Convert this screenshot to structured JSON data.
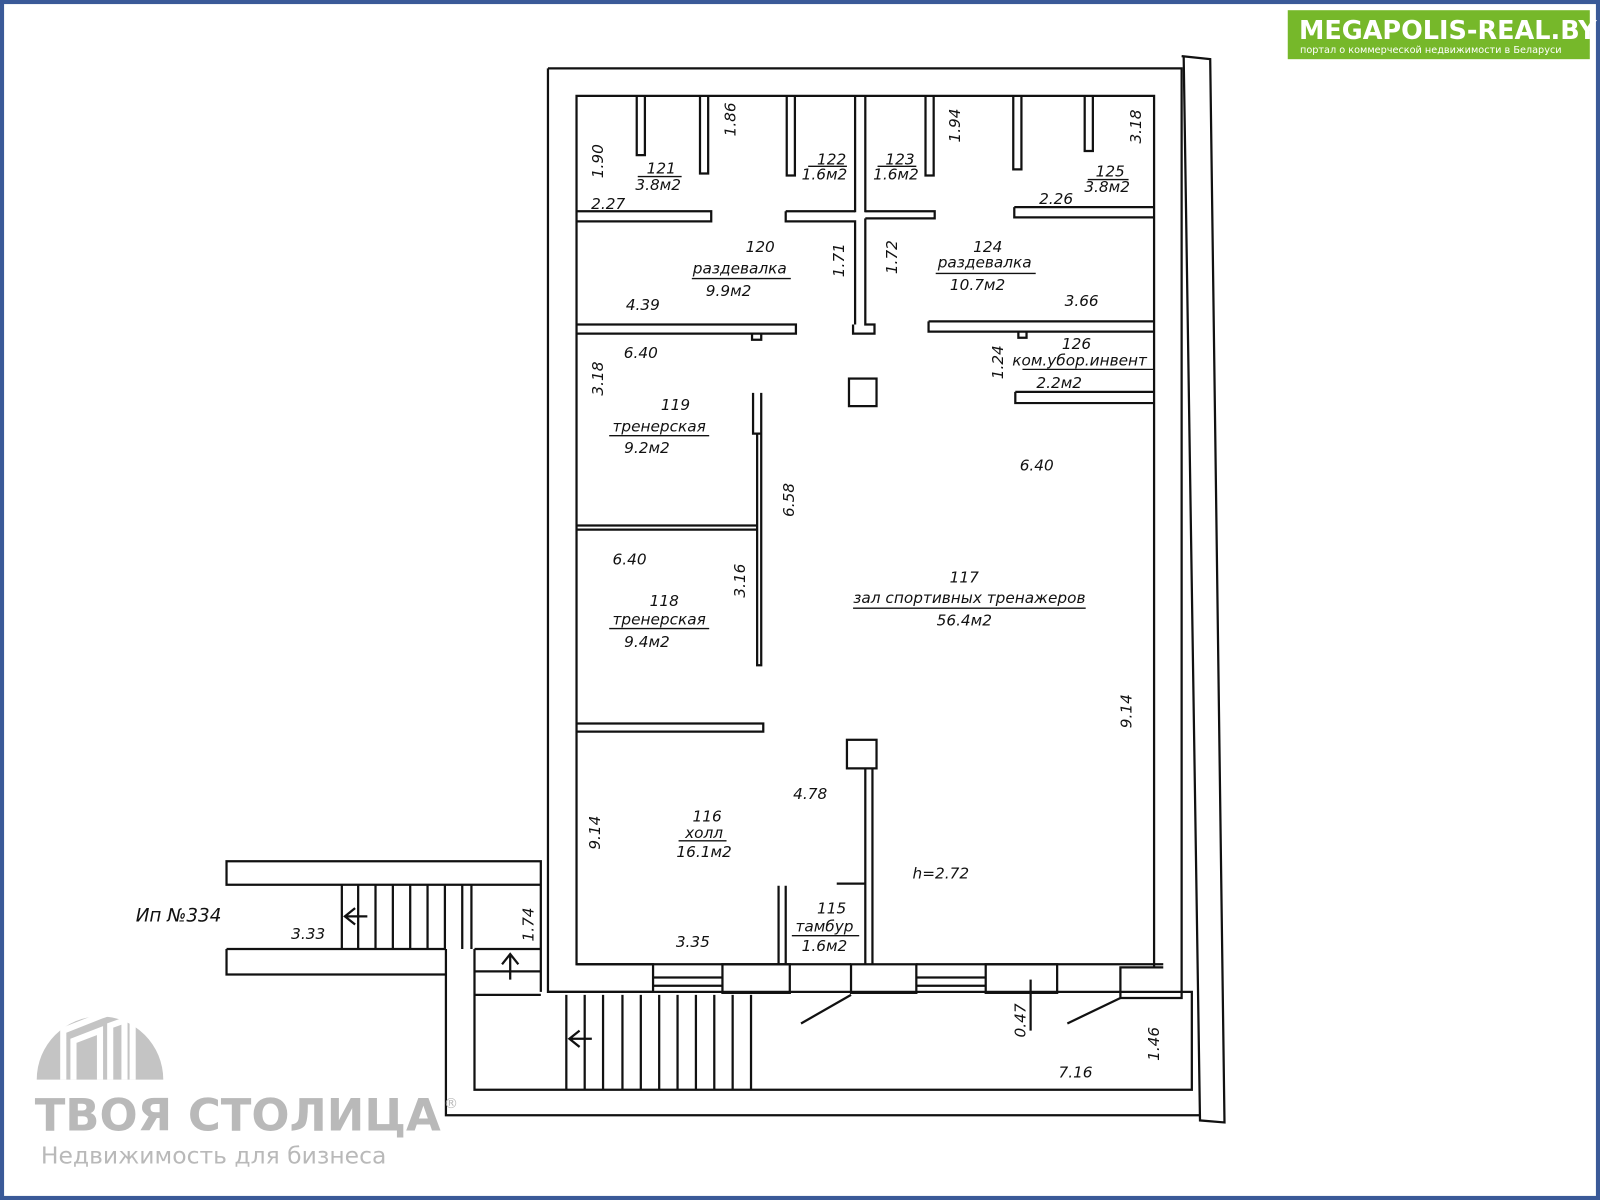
{
  "brand": {
    "megapolis": {
      "title": "MEGAPOLIS-REAL.BY",
      "subtitle": "портал о коммерческой недвижимости в Беларуси",
      "color": "#76b82a"
    },
    "stolica": {
      "title": "ТВОЯ СТОЛИЦА",
      "registered": "®",
      "subtitle": "Недвижимость для бизнеса",
      "color": "#b9b9b9"
    }
  },
  "frame_color": "#3a5a98",
  "rooms": [
    {
      "number": "121",
      "area": "3.8м2"
    },
    {
      "number": "122",
      "area": "1.6м2"
    },
    {
      "number": "123",
      "area": "1.6м2"
    },
    {
      "number": "125",
      "area": "3.8м2"
    },
    {
      "number": "120",
      "name": "раздевалка",
      "area": "9.9м2"
    },
    {
      "number": "124",
      "name": "раздевалка",
      "area": "10.7м2"
    },
    {
      "number": "126",
      "name": "ком.убор.инвент",
      "area": "2.2м2"
    },
    {
      "number": "119",
      "name": "тренерская",
      "area": "9.2м2"
    },
    {
      "number": "118",
      "name": "тренерская",
      "area": "9.4м2"
    },
    {
      "number": "117",
      "name": "зал спортивных тренажеров",
      "area": "56.4м2"
    },
    {
      "number": "116",
      "name": "холл",
      "area": "16.1м2"
    },
    {
      "number": "115",
      "name": "тамбур",
      "area": "1.6м2"
    }
  ],
  "ceiling_height": "h=2.72",
  "entrance_label": "Ип №334",
  "dimensions": [
    "1.90",
    "1.86",
    "1.94",
    "3.18",
    "2.27",
    "2.26",
    "1.71",
    "1.72",
    "4.39",
    "3.66",
    "6.40",
    "1.24",
    "3.18",
    "6.40",
    "6.58",
    "6.40",
    "3.16",
    "9.14",
    "4.78",
    "9.14",
    "3.33",
    "1.74",
    "3.35",
    "0.47",
    "1.46",
    "7.16"
  ]
}
